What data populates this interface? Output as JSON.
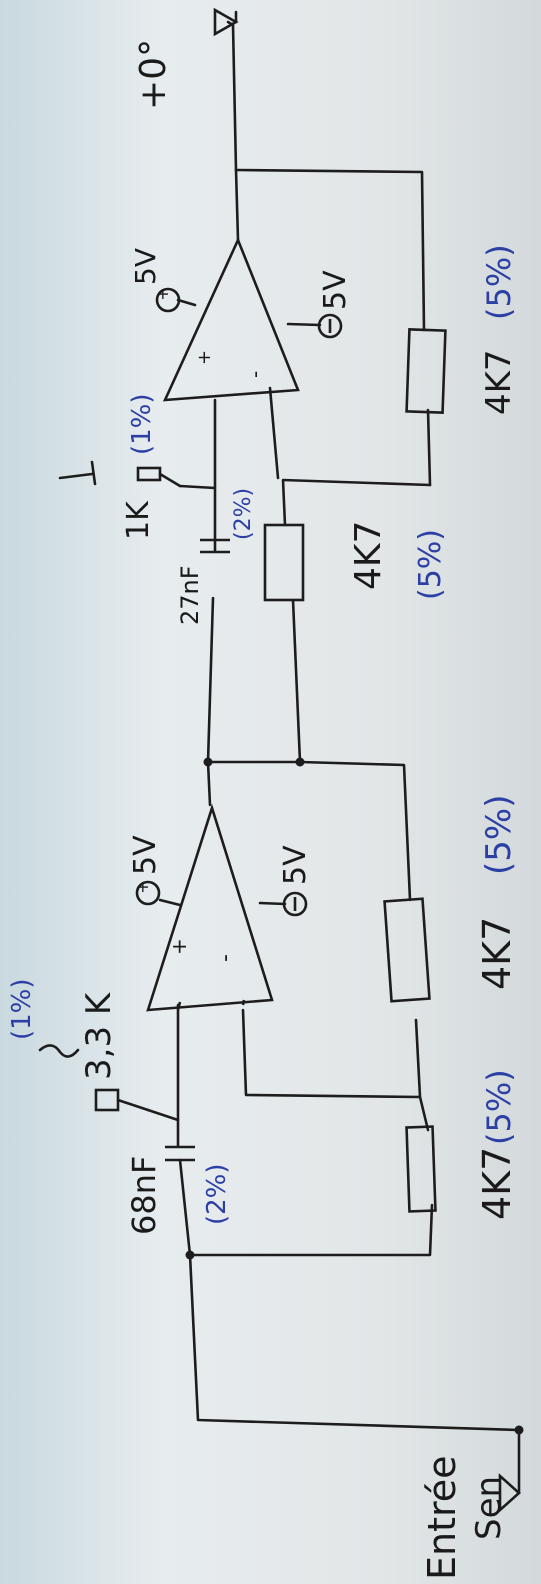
{
  "labels": {
    "input_top": "Entrée",
    "input_bottom": "Sen",
    "output": "+0°",
    "c1_value": "68nF",
    "c1_tol": "(2%)",
    "r1_value": "3,3 K",
    "r1_tol": "(1%)",
    "opamp1_vpos": "5V",
    "opamp1_vneg": "5V",
    "r_in_1": "4K7",
    "r_in_1_tol": "(5%)",
    "r_fb_1": "4K7",
    "r_fb_1_tol": "(5%)",
    "c2_value": "27nF",
    "c2_tol": "(2%)",
    "r2_value": "1K",
    "r2_tol": "(1%)",
    "opamp2_vpos": "5V",
    "opamp2_vneg": "5V",
    "r_in_2": "4K7",
    "r_in_2_tol": "(5%)",
    "r_fb_2": "4K7",
    "r_fb_2_tol": "(5%)"
  },
  "colors": {
    "ink": "#1d1d1d",
    "tolerance_ink": "#2b3fa4",
    "paper": "#e2e6e7"
  }
}
